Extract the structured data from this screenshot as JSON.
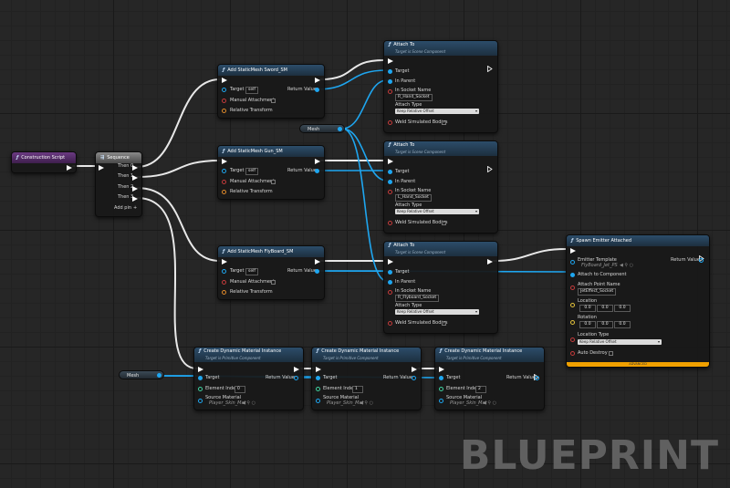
{
  "watermark": "BLUEPRINT",
  "construction": {
    "title": "Construction Script"
  },
  "sequence": {
    "title": "Sequence",
    "pins": [
      "Then 0",
      "Then 1",
      "Then 2",
      "Then 3"
    ],
    "add_pin": "Add pin"
  },
  "add_mesh": [
    {
      "title": "Add StaticMesh Sword_SM",
      "target": "Target",
      "target_value": "self",
      "return": "Return Value",
      "manual": "Manual Attachment",
      "relative": "Relative Transform"
    },
    {
      "title": "Add StaticMesh Gun_SM",
      "target": "Target",
      "target_value": "self",
      "return": "Return Value",
      "manual": "Manual Attachment",
      "relative": "Relative Transform"
    },
    {
      "title": "Add StaticMesh FlyBoard_SM",
      "target": "Target",
      "target_value": "self",
      "return": "Return Value",
      "manual": "Manual Attachment",
      "relative": "Relative Transform"
    }
  ],
  "attach": [
    {
      "title": "Attach To",
      "subtitle": "Target is Scene Component",
      "target": "Target",
      "in_parent": "In Parent",
      "socket_label": "In Socket Name",
      "socket_value": "R_Hand_Socket",
      "type_label": "Attach Type",
      "type_value": "Keep Relative Offset",
      "weld": "Weld Simulated Bodies"
    },
    {
      "title": "Attach To",
      "subtitle": "Target is Scene Component",
      "target": "Target",
      "in_parent": "In Parent",
      "socket_label": "In Socket Name",
      "socket_value": "L_Hand_Socket",
      "type_label": "Attach Type",
      "type_value": "Keep Relative Offset",
      "weld": "Weld Simulated Bodies"
    },
    {
      "title": "Attach To",
      "subtitle": "Target is Scene Component",
      "target": "Target",
      "in_parent": "In Parent",
      "socket_label": "In Socket Name",
      "socket_value": "R_Flyboard_Socket",
      "type_label": "Attach Type",
      "type_value": "Keep Relative Offset",
      "weld": "Weld Simulated Bodies"
    }
  ],
  "mesh_vars": {
    "top": "Mesh",
    "bottom": "Mesh"
  },
  "spawn": {
    "title": "Spawn Emitter Attached",
    "template_label": "Emitter Template",
    "template_value": "FlyBoard_Jet_PS",
    "return": "Return Value",
    "attach_comp": "Attach to Component",
    "point_label": "Attach Point Name",
    "point_value": "JetEffect_Socket",
    "location": "Location",
    "location_values": [
      "0.0",
      "0.0",
      "0.0"
    ],
    "rotation": "Rotation",
    "rotation_values": [
      "0.0",
      "0.0",
      "0.0"
    ],
    "loc_type_label": "Location Type",
    "loc_type_value": "Keep Relative Offset",
    "auto_destroy": "Auto Destroy",
    "footer": "ADVANCED"
  },
  "dyn_mat": [
    {
      "title": "Create Dynamic Material Instance",
      "subtitle": "Target is Primitive Component",
      "target": "Target",
      "return": "Return Value",
      "index_label": "Element Index",
      "index_value": "0",
      "source_label": "Source Material",
      "source_value": "Player_Skin_Mat"
    },
    {
      "title": "Create Dynamic Material Instance",
      "subtitle": "Target is Primitive Component",
      "target": "Target",
      "return": "Return Value",
      "index_label": "Element Index",
      "index_value": "1",
      "source_label": "Source Material",
      "source_value": "Player_Skin_Mat"
    },
    {
      "title": "Create Dynamic Material Instance",
      "subtitle": "Target is Primitive Component",
      "target": "Target",
      "return": "Return Value",
      "index_label": "Element Index",
      "index_value": "2",
      "source_label": "Source Material",
      "source_value": "Player_Skin_Mat"
    }
  ],
  "colors": {
    "exec_wire": "#e6e6e6",
    "object_wire": "#1ea6f0",
    "header": "#2c4d6a",
    "construction_header": "#5a2e6e",
    "advanced": "#f0a000"
  }
}
